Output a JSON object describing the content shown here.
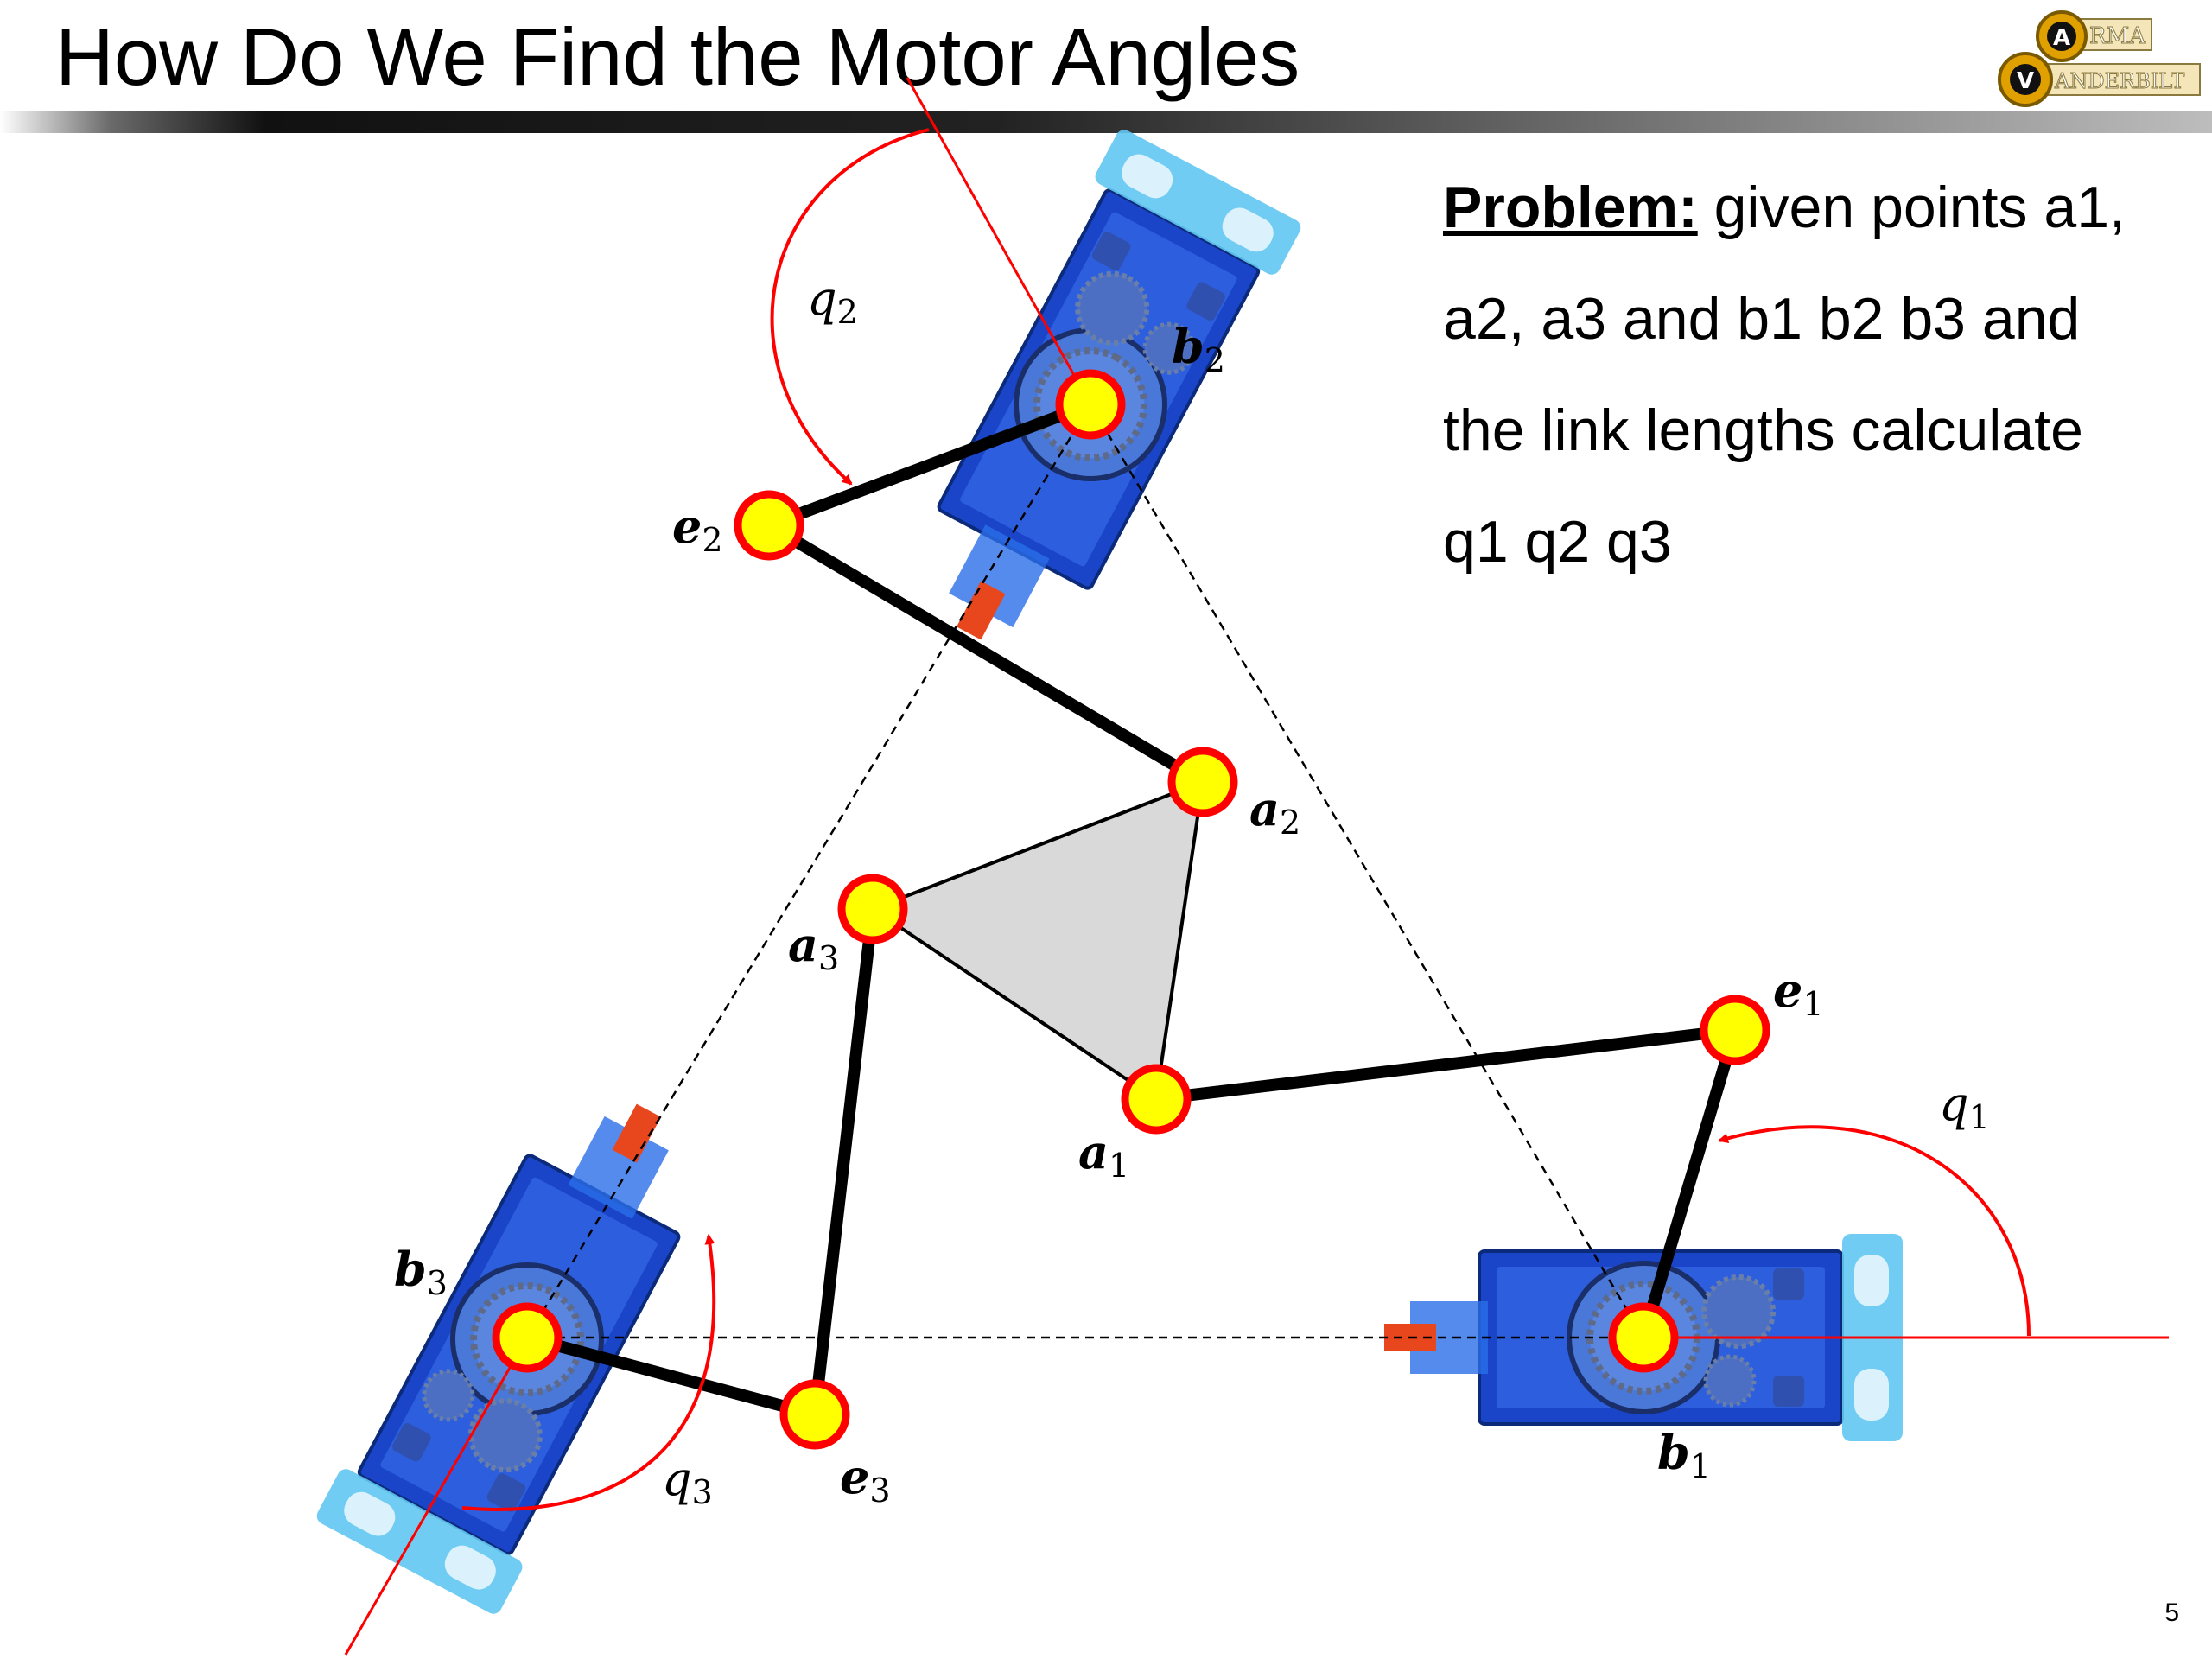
{
  "title": "How Do We Find the Motor Angles",
  "logo": {
    "top_letters": "A",
    "top_text": "RMA",
    "bottom_letters": "V",
    "bottom_text": "ANDERBILT"
  },
  "problem": {
    "lead": "Problem:",
    "line1_rest": " given points a1,",
    "line2": "a2, a3 and b1 b2 b3 and",
    "line3": "the link lengths calculate",
    "line4": "q1 q2 q3"
  },
  "labels": {
    "b1": {
      "base": "b",
      "sub": "1"
    },
    "b2": {
      "base": "b",
      "sub": "2"
    },
    "b3": {
      "base": "b",
      "sub": "3"
    },
    "e1": {
      "base": "e",
      "sub": "1"
    },
    "e2": {
      "base": "e",
      "sub": "2"
    },
    "e3": {
      "base": "e",
      "sub": "3"
    },
    "a1": {
      "base": "a",
      "sub": "1"
    },
    "a2": {
      "base": "a",
      "sub": "2"
    },
    "a3": {
      "base": "a",
      "sub": "3"
    },
    "q1": {
      "base": "q",
      "sub": "1"
    },
    "q2": {
      "base": "q",
      "sub": "2"
    },
    "q3": {
      "base": "q",
      "sub": "3"
    }
  },
  "colors": {
    "joint_fill": "#ffff00",
    "joint_stroke": "#ff0000",
    "servo_blue": "#1f4fd0",
    "arrow_red": "#ff0000",
    "platform_fill": "#d9d9d9"
  },
  "page_number": "5"
}
